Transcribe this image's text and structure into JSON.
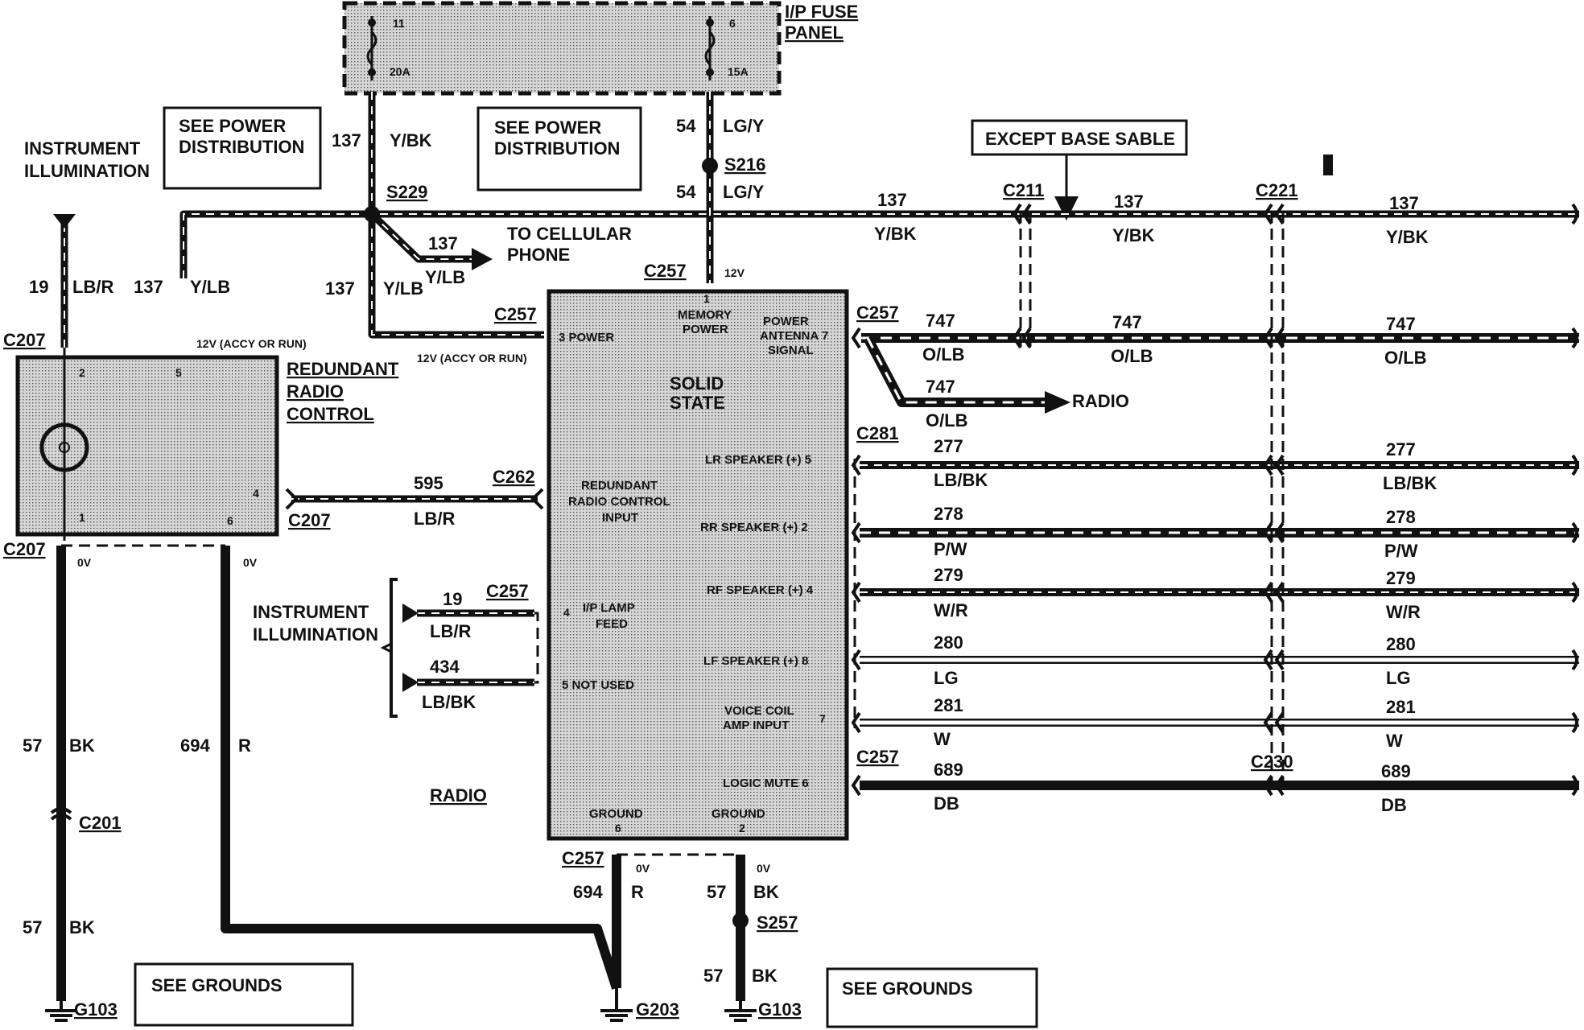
{
  "fuse_panel": {
    "title_line1": "I/P FUSE",
    "title_line2": "PANEL",
    "fuse_left_num": "11",
    "fuse_left_rating": "20A",
    "fuse_right_num": "6",
    "fuse_right_rating": "15A"
  },
  "notes": {
    "instrument_illumination_top": [
      "INSTRUMENT",
      "ILLUMINATION"
    ],
    "see_power_1": [
      "SEE POWER",
      "DISTRIBUTION"
    ],
    "see_power_2": [
      "SEE POWER",
      "DISTRIBUTION"
    ],
    "except_base_sable": "EXCEPT BASE SABLE",
    "to_cellular": [
      "TO CELLULAR",
      "PHONE"
    ],
    "radio_arrow": "RADIO",
    "instrument_illumination_mid": [
      "INSTRUMENT",
      "ILLUMINATION"
    ],
    "see_grounds_1": "SEE GROUNDS",
    "see_grounds_2": "SEE GROUNDS",
    "radio_label": "RADIO"
  },
  "splices": {
    "s229": "S229",
    "s216": "S216",
    "s257": "S257"
  },
  "connectors": {
    "c207_a": "C207",
    "c207_b": "C207",
    "c207_c": "C207",
    "c257_a": "C257",
    "c257_b": "C257",
    "c257_c": "C257",
    "c257_d": "C257",
    "c257_e": "C257",
    "c257_f": "C257",
    "c262": "C262",
    "c211": "C211",
    "c221": "C221",
    "c281": "C281",
    "c230": "C230",
    "c201": "C201"
  },
  "grounds": {
    "g103_a": "G103",
    "g203": "G203",
    "g103_b": "G103"
  },
  "voltages": {
    "v12_accy_1": "12V (ACCY OR RUN)",
    "v12_accy_2": "12V (ACCY OR RUN)",
    "v12": "12V",
    "v0": "0V"
  },
  "wires": {
    "w137": "137",
    "yb": "Y/BK",
    "ylb": "Y/LB",
    "w54": "54",
    "lgy": "LG/Y",
    "w19": "19",
    "lbr": "LB/R",
    "w595": "595",
    "w747": "747",
    "olb": "O/LB",
    "w277": "277",
    "lbbk": "LB/BK",
    "w278": "278",
    "pw": "P/W",
    "w279": "279",
    "wr": "W/R",
    "w280": "280",
    "lg": "LG",
    "w281": "281",
    "w": "W",
    "w689": "689",
    "db": "DB",
    "w434": "434",
    "w57": "57",
    "bk": "BK",
    "w694": "694",
    "r": "R"
  },
  "redundant_control": {
    "title": [
      "REDUNDANT",
      "RADIO",
      "CONTROL"
    ],
    "pins": [
      "2",
      "5",
      "4",
      "1",
      "6"
    ]
  },
  "radio_module": {
    "title": [
      "SOLID",
      "STATE"
    ],
    "pins": {
      "power": "3  POWER",
      "memory": [
        "MEMORY",
        "POWER"
      ],
      "memory_pin": "1",
      "antenna": [
        "POWER",
        "ANTENNA 7",
        "SIGNAL"
      ],
      "lr": "LR SPEAKER (+)  5",
      "rr": "RR SPEAKER (+)  2",
      "rf": "RF SPEAKER (+)  4",
      "lf": "LF SPEAKER (+)  8",
      "voice": [
        "VOICE COIL",
        "AMP INPUT"
      ],
      "voice_pin": "7",
      "logic": "LOGIC MUTE 6",
      "rrc": [
        "REDUNDANT",
        "RADIO CONTROL",
        "INPUT"
      ],
      "lamp": [
        "I/P LAMP",
        "FEED"
      ],
      "lamp_pin": "4",
      "notused": "5   NOT USED",
      "ground_l": "GROUND",
      "ground_l_pin": "6",
      "ground_r": "GROUND",
      "ground_r_pin": "2"
    }
  }
}
